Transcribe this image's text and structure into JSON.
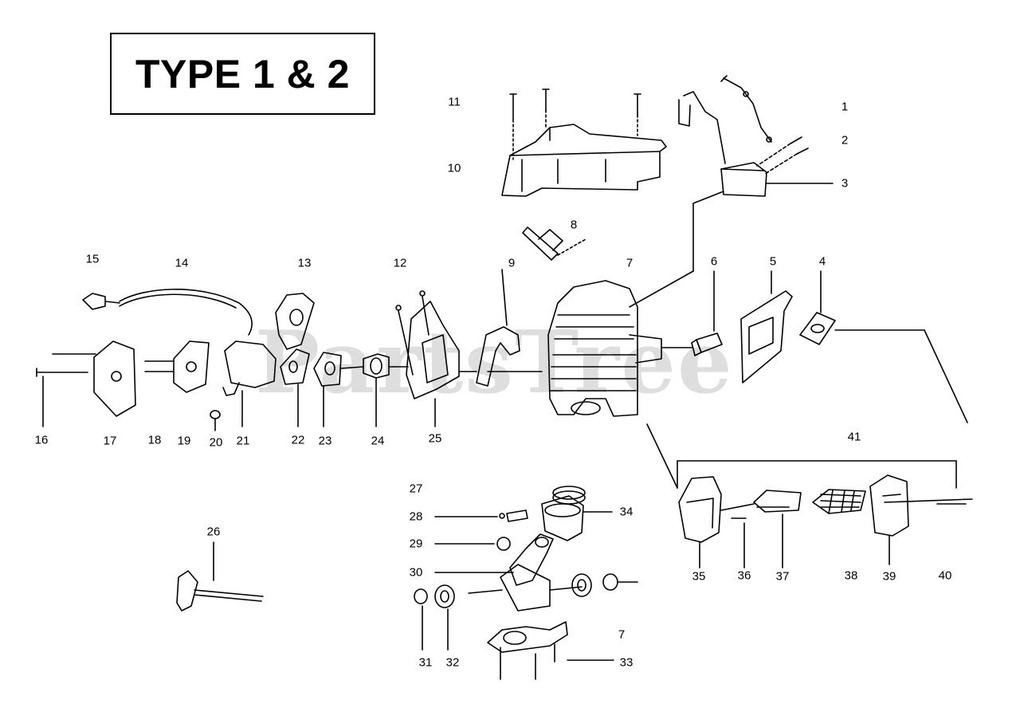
{
  "diagram": {
    "type_label": "TYPE 1 & 2",
    "watermark": "PartsTree",
    "callouts": [
      "1",
      "2",
      "3",
      "4",
      "5",
      "6",
      "7",
      "7",
      "8",
      "9",
      "10",
      "11",
      "12",
      "13",
      "14",
      "15",
      "16",
      "17",
      "18",
      "19",
      "20",
      "21",
      "22",
      "23",
      "24",
      "25",
      "26",
      "27",
      "28",
      "29",
      "30",
      "31",
      "32",
      "33",
      "34",
      "35",
      "36",
      "37",
      "38",
      "39",
      "40",
      "41"
    ]
  }
}
